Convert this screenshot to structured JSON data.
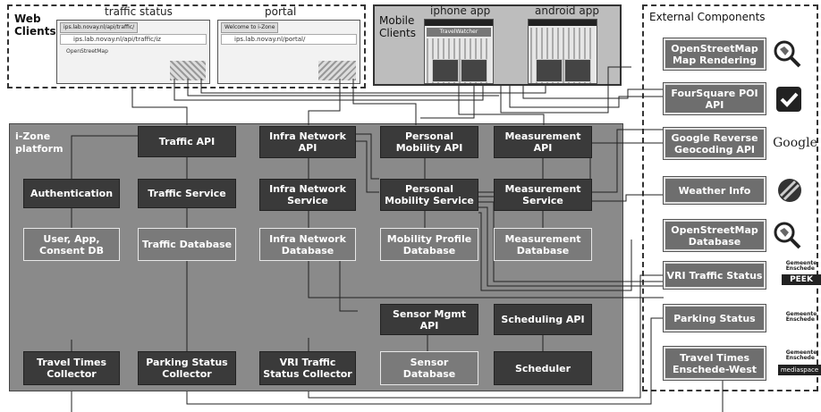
{
  "regions": {
    "web_clients": "Web\nClients",
    "mobile_clients": "Mobile\nClients",
    "external_components": "External Components",
    "platform": "i-Zone\nplatform"
  },
  "web": {
    "traffic_status": {
      "caption": "traffic status",
      "tab": "ips.lab.novay.nl/api/traffic/",
      "url": "ips.lab.novay.nl/api/traffic/iz",
      "map_label": "OpenStreetMap"
    },
    "portal": {
      "caption": "portal",
      "tab": "Welcome to i-Zone",
      "url": "ips.lab.novay.nl/portal/"
    }
  },
  "mobile": {
    "iphone": {
      "caption": "iphone app",
      "title": "TravelWatcher"
    },
    "android": {
      "caption": "android app"
    }
  },
  "platform_boxes": {
    "traffic_api": "Traffic API",
    "infra_network_api": "Infra Network\nAPI",
    "personal_mobility_api": "Personal\nMobility API",
    "measurement_api": "Measurement\nAPI",
    "authentication": "Authentication",
    "traffic_service": "Traffic Service",
    "infra_network_service": "Infra Network\nService",
    "personal_mobility_service": "Personal\nMobility Service",
    "measurement_service": "Measurement\nService",
    "user_app_consent_db": "User, App,\nConsent DB",
    "traffic_database": "Traffic Database",
    "infra_network_database": "Infra Network\nDatabase",
    "mobility_profile_database": "Mobility Profile\nDatabase",
    "measurement_database": "Measurement\nDatabase",
    "sensor_mgmt_api": "Sensor Mgmt\nAPI",
    "scheduling_api": "Scheduling API",
    "travel_times_collector": "Travel Times\nCollector",
    "parking_status_collector": "Parking Status\nCollector",
    "vri_traffic_status_collector": "VRI Traffic\nStatus Collector",
    "sensor_database": "Sensor\nDatabase",
    "scheduler": "Scheduler"
  },
  "external_boxes": {
    "osm_rendering": "OpenStreetMap\nMap Rendering",
    "foursquare": "FourSquare POI\nAPI",
    "google_geocoding": "Google Reverse\nGeocoding API",
    "weather": "Weather Info",
    "osm_database": "OpenStreetMap\nDatabase",
    "vri_traffic_status": "VRI Traffic Status",
    "parking_status": "Parking Status",
    "travel_times_west": "Travel Times\nEnschede-West"
  },
  "logos": {
    "google": "Google",
    "gemeente_1": "Gemeente\nEnschede",
    "peek": "PEEK",
    "gemeente_2": "Gemeente\nEnschede",
    "gemeente_3": "Gemeente\nEnschede",
    "other_logo": "mediaspace"
  }
}
